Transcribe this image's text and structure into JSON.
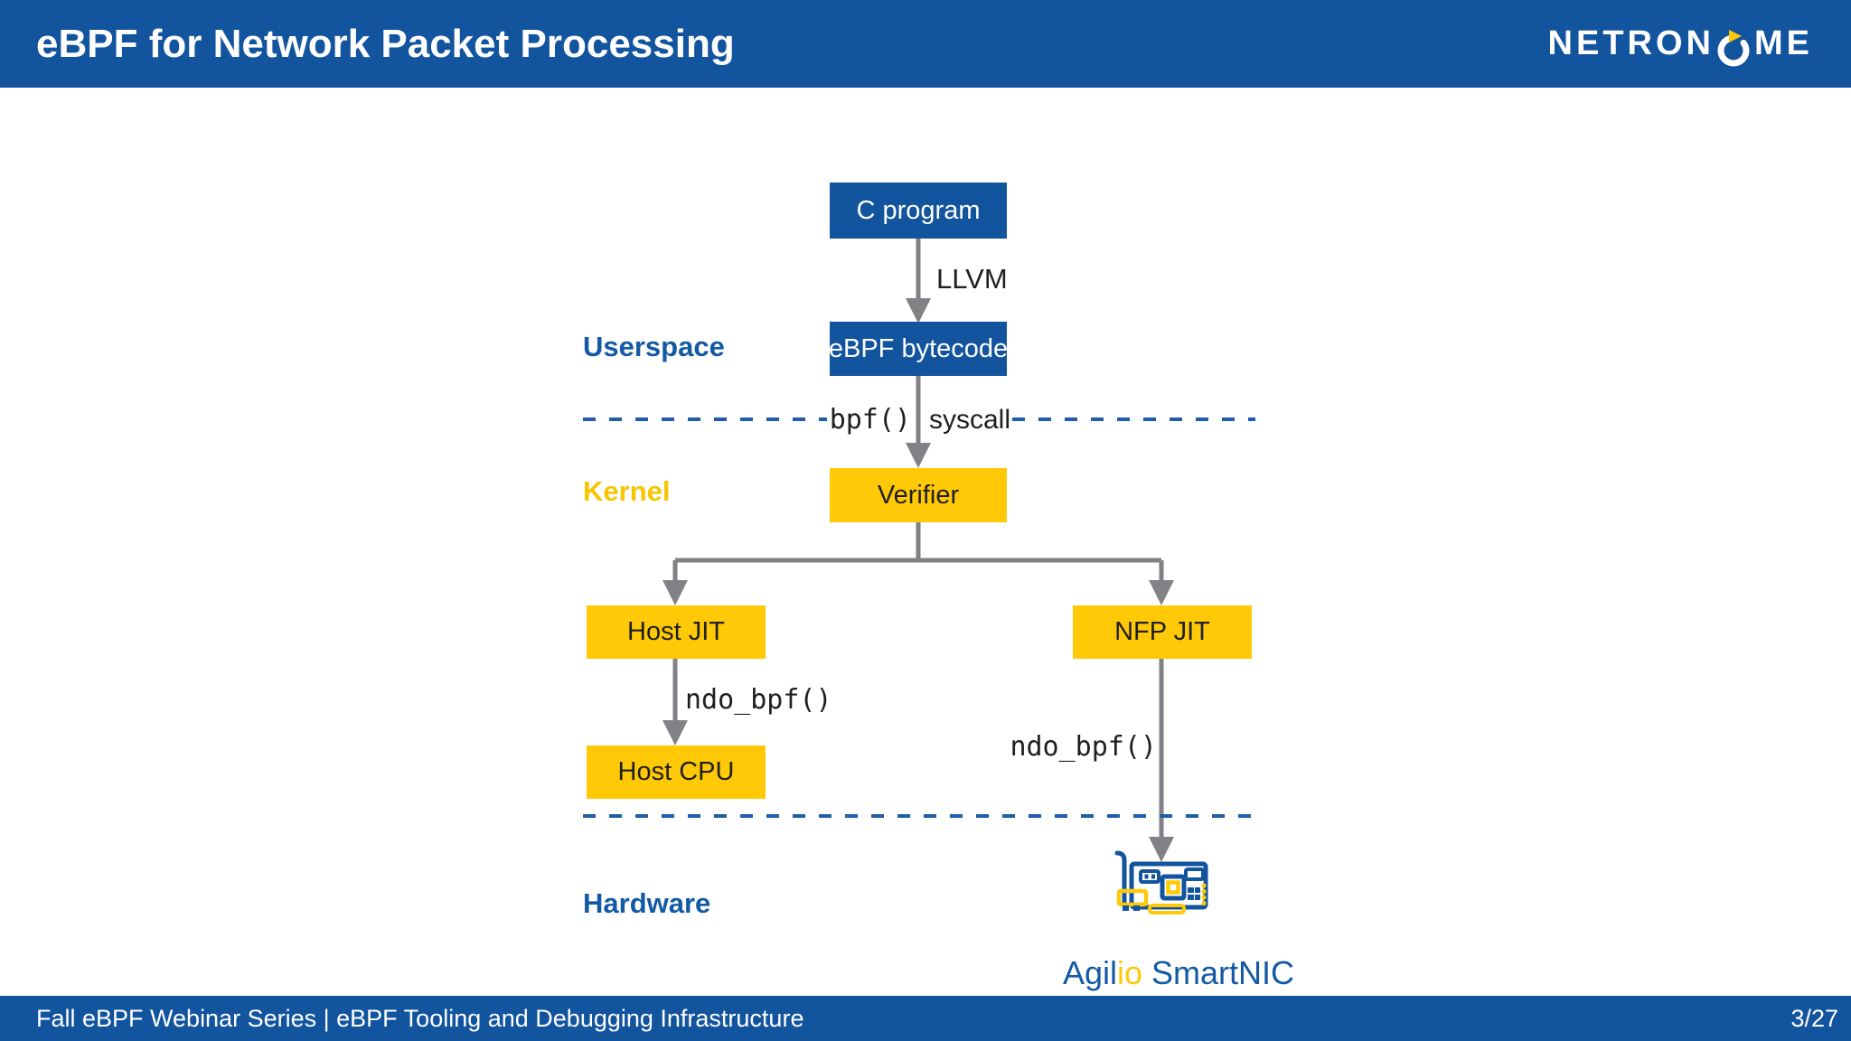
{
  "header": {
    "title": "eBPF for Network Packet Processing",
    "logo": {
      "name": "NETRONOME",
      "prefix": "NETRON",
      "suffix": "ME"
    }
  },
  "footer": {
    "text": "Fall eBPF Webinar Series | eBPF Tooling and Debugging Infrastructure",
    "page": "3/27"
  },
  "diagram": {
    "layers": {
      "userspace": "Userspace",
      "kernel": "Kernel",
      "hardware": "Hardware"
    },
    "nodes": {
      "c_program": "C program",
      "ebpf_bytecode": "eBPF bytecode",
      "verifier": "Verifier",
      "host_jit": "Host JIT",
      "nfp_jit": "NFP JIT",
      "host_cpu": "Host CPU"
    },
    "edge_labels": {
      "llvm": "LLVM",
      "bpf": "bpf()",
      "syscall": "syscall",
      "ndo_bpf_host": "ndo_bpf()",
      "ndo_bpf_nfp": "ndo_bpf()"
    },
    "caption": {
      "agil": "Agil",
      "io": "io",
      "smartnic": " SmartNIC"
    }
  },
  "colors": {
    "brand_blue": "#12549E",
    "accent_yellow": "#FFC907",
    "label_yellow": "#F7C600",
    "text_blue": "#1359A4",
    "arrow_gray": "#808285",
    "dashed_blue": "#1F5CA9",
    "dark": "#1F1F1F"
  }
}
